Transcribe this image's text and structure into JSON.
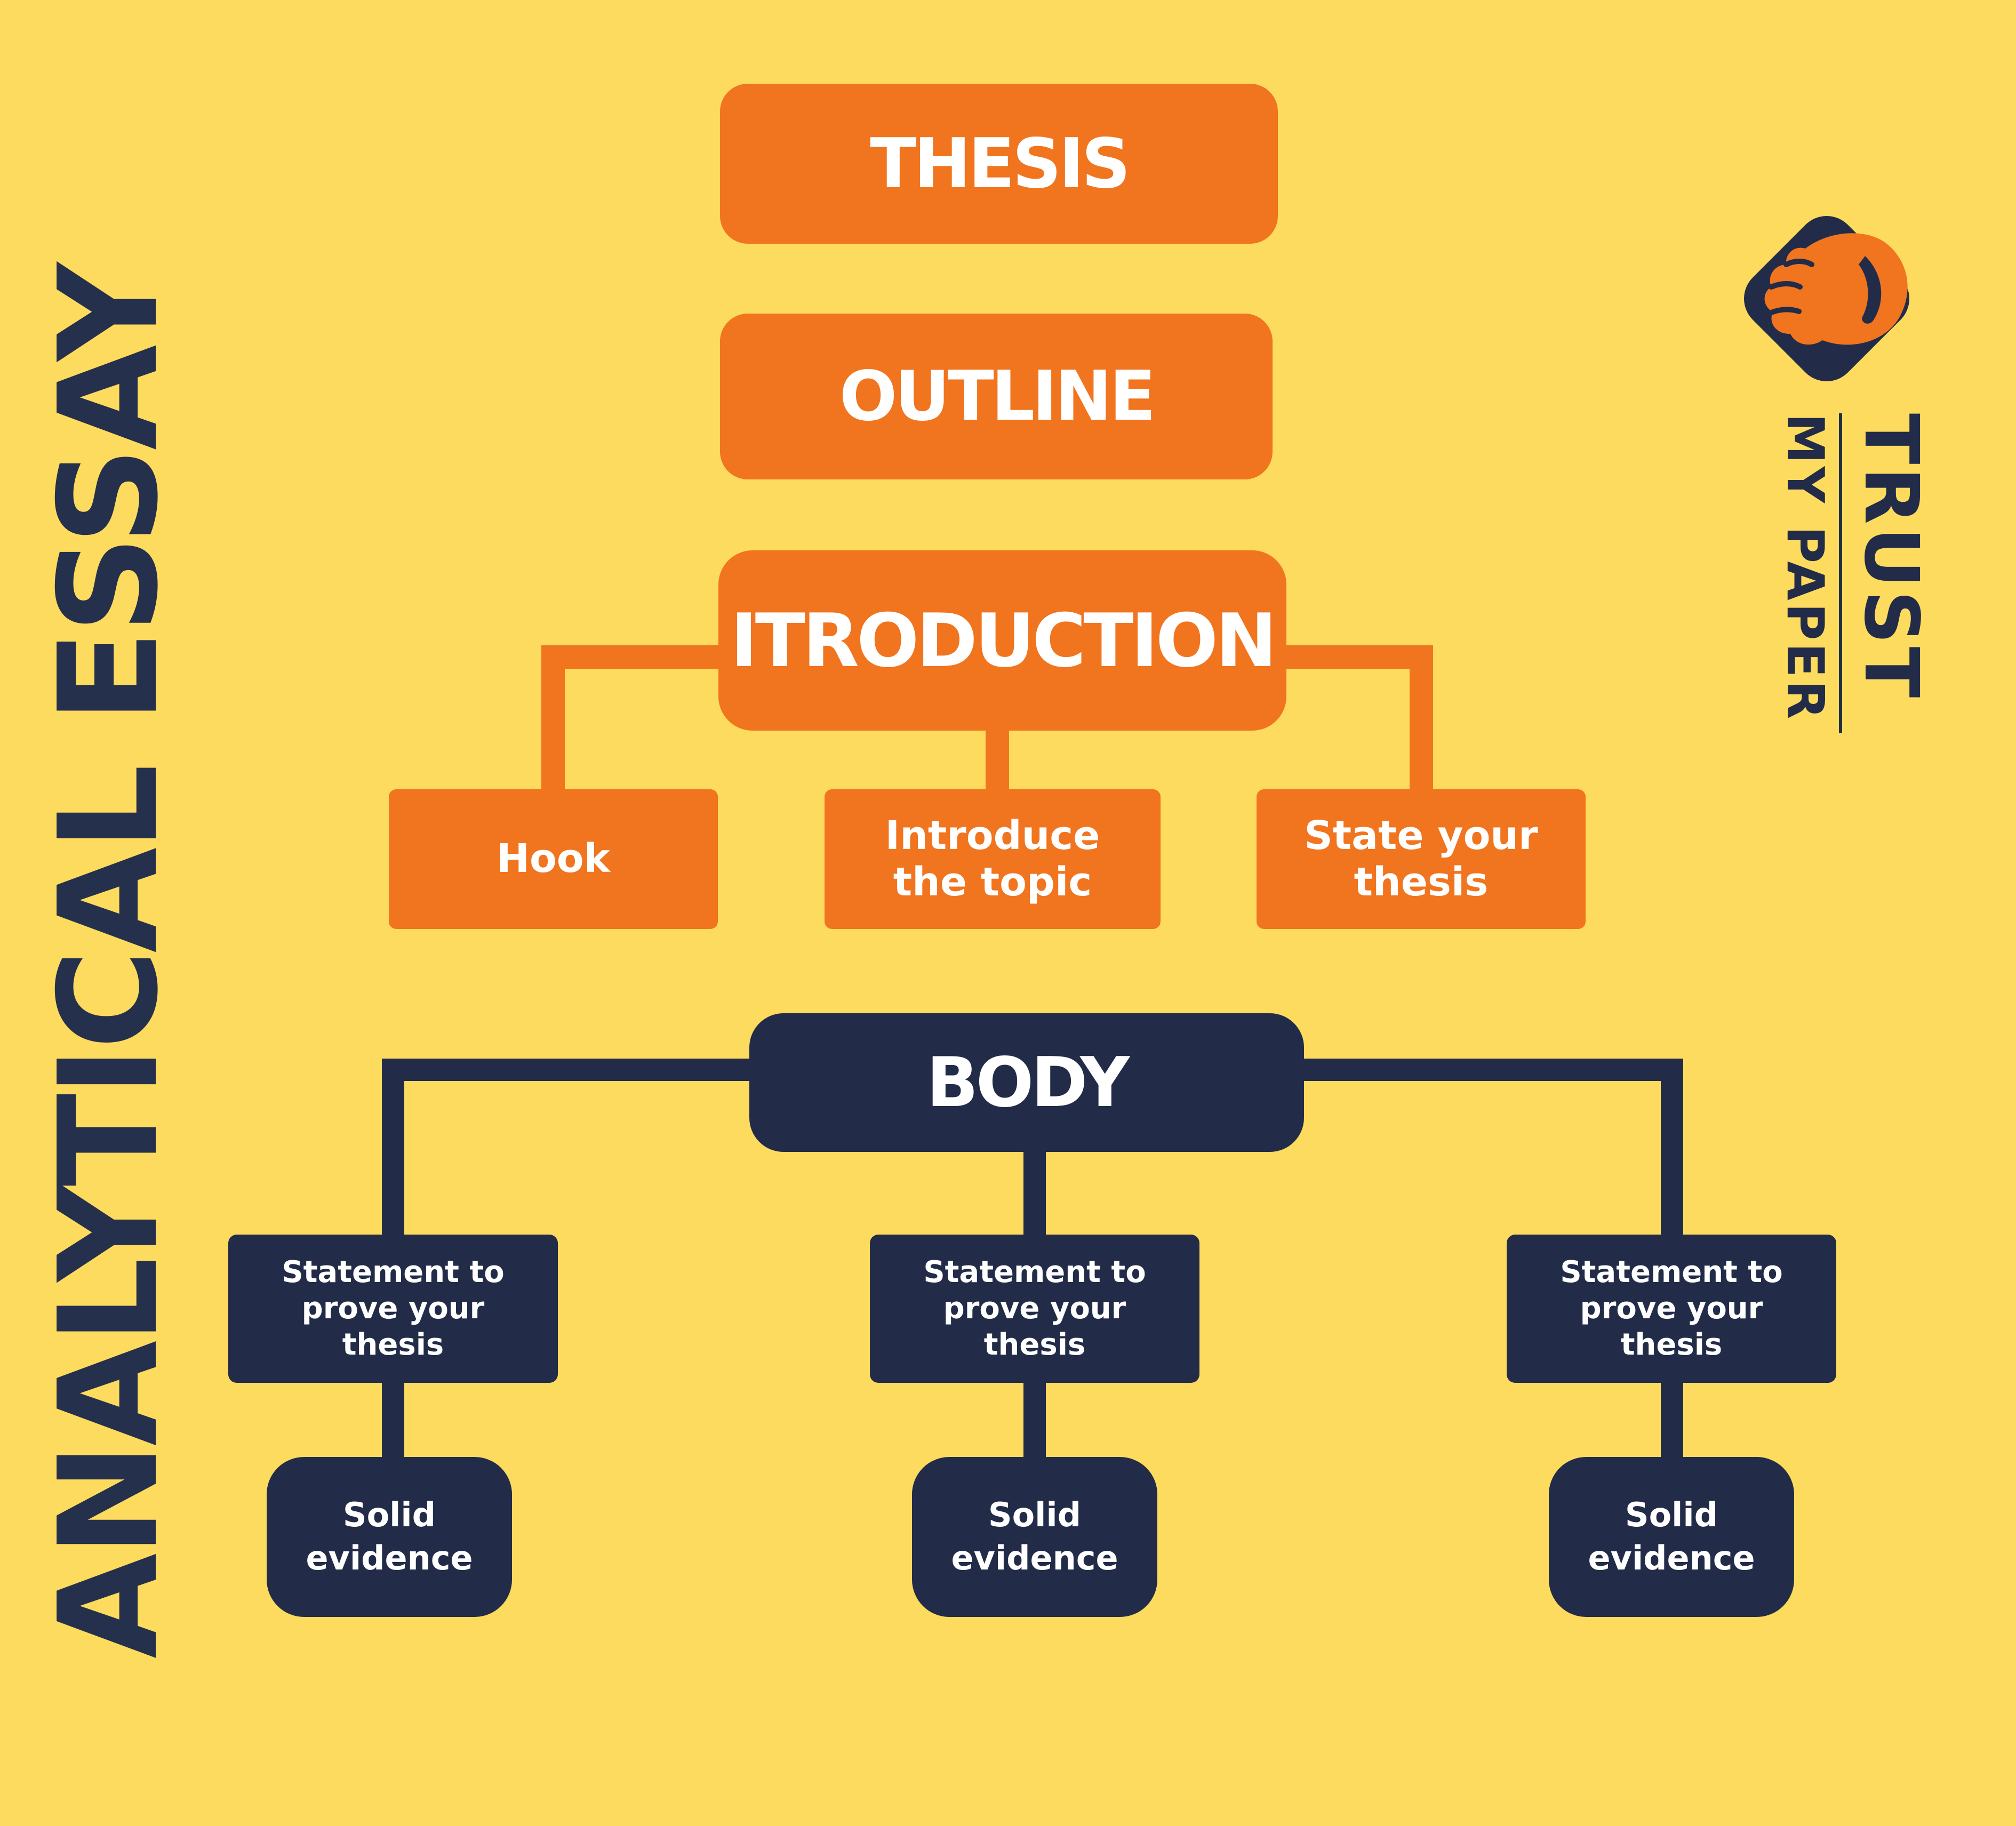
{
  "colors": {
    "background": "#FDDB5E",
    "orange": "#F1741F",
    "navy": "#222C49",
    "text_light": "#FFFFFF"
  },
  "left_banner": {
    "text": "ANALYTICAL ESSAY"
  },
  "logo": {
    "icon": "handshake-icon",
    "line1": "TRUST",
    "line2": "MY PAPER"
  },
  "flow": {
    "thesis": "THESIS",
    "outline": "OUTLINE",
    "introduction": "ITRODUCTION",
    "intro_children": [
      {
        "label": "Hook"
      },
      {
        "label": "Introduce\nthe topic"
      },
      {
        "label": "State your\nthesis"
      }
    ],
    "body": "BODY",
    "columns": [
      {
        "statement": "Statement to\nprove your\nthesis",
        "evidence": "Solid\nevidence"
      },
      {
        "statement": "Statement to\nprove your\nthesis",
        "evidence": "Solid\nevidence"
      },
      {
        "statement": "Statement to\nprove your\nthesis",
        "evidence": "Solid\nevidence"
      }
    ]
  }
}
